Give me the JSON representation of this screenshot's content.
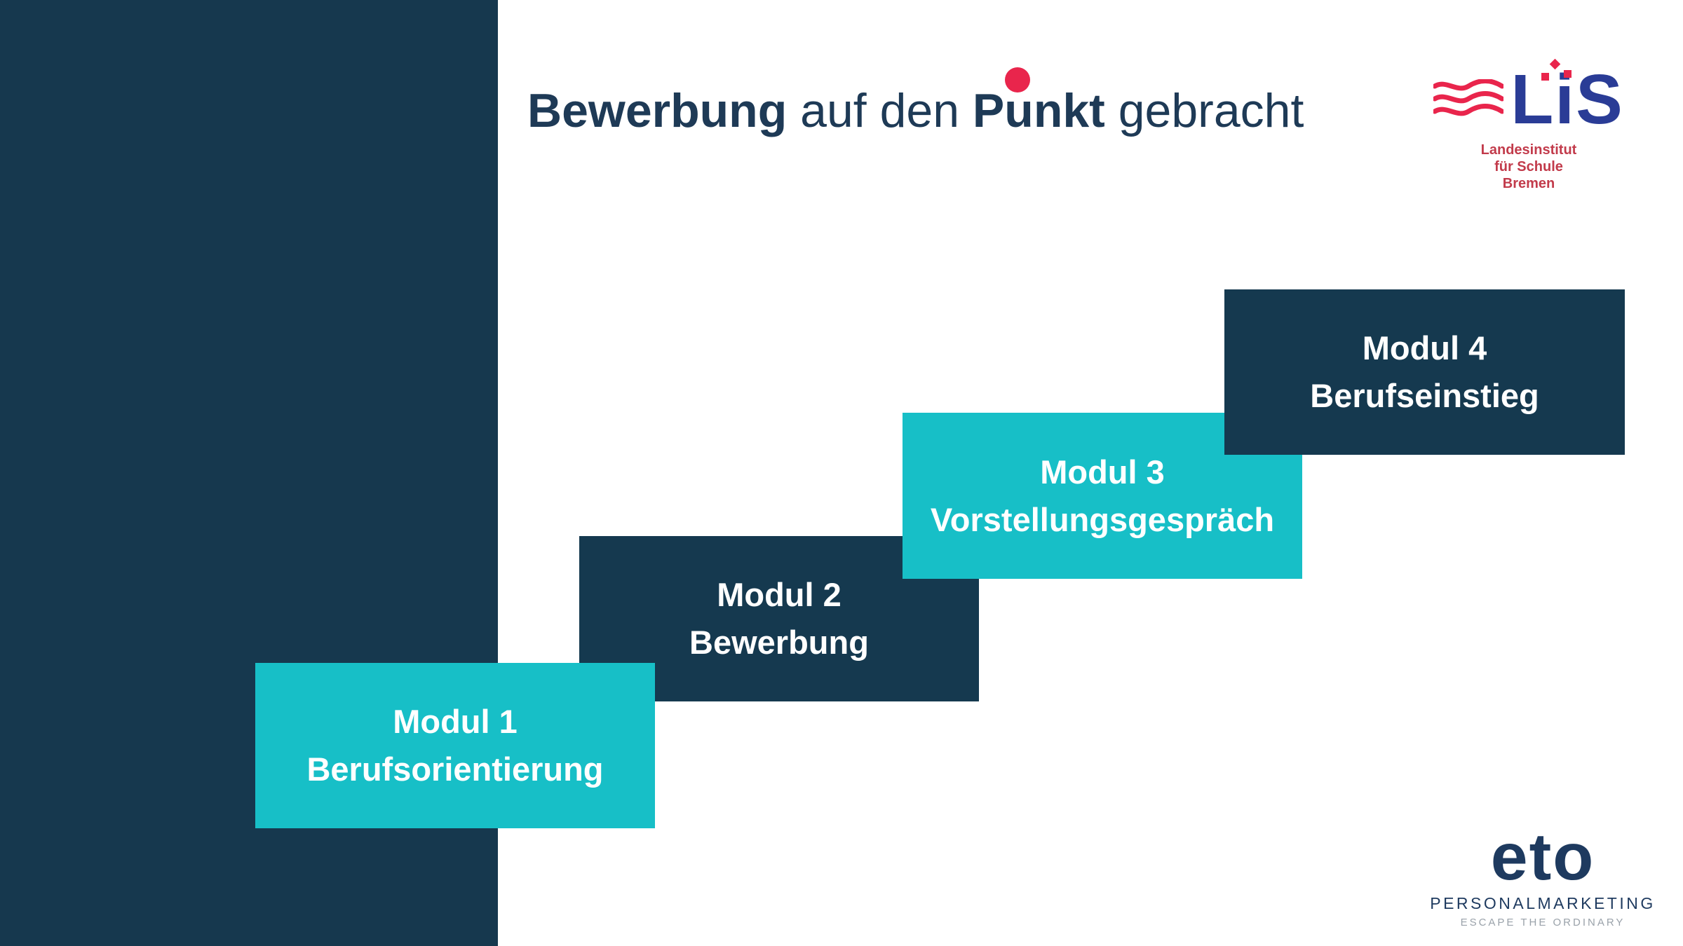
{
  "title": {
    "part1": "Bewerbung",
    "part2": " auf den ",
    "part3": "Punkt",
    "part4": " gebracht"
  },
  "modules": [
    {
      "line1": "Modul 1",
      "line2": "Berufsorientierung",
      "variant": "teal"
    },
    {
      "line1": "Modul 2",
      "line2": "Bewerbung",
      "variant": "navy"
    },
    {
      "line1": "Modul 3",
      "line2": "Vorstellungsgespräch",
      "variant": "teal"
    },
    {
      "line1": "Modul 4",
      "line2": "Berufseinstieg",
      "variant": "navy"
    }
  ],
  "lis_logo": {
    "text": "LiS",
    "line1": "Landesinstitut",
    "line2": "für Schule",
    "line3": "Bremen"
  },
  "eto_logo": {
    "text": "eto",
    "line1": "PERSONALMARKETING",
    "line2": "ESCAPE THE ORDINARY"
  },
  "colors": {
    "navy_band": "#16384E",
    "navy_box": "#15394F",
    "teal_box": "#17BFC7",
    "title_navy": "#1E3A56",
    "accent_red": "#E9254C",
    "lis_blue": "#2A3C96",
    "lis_red": "#C23B4B",
    "eto_navy": "#1E3A5F",
    "eto_gray": "#9AA2AA"
  }
}
